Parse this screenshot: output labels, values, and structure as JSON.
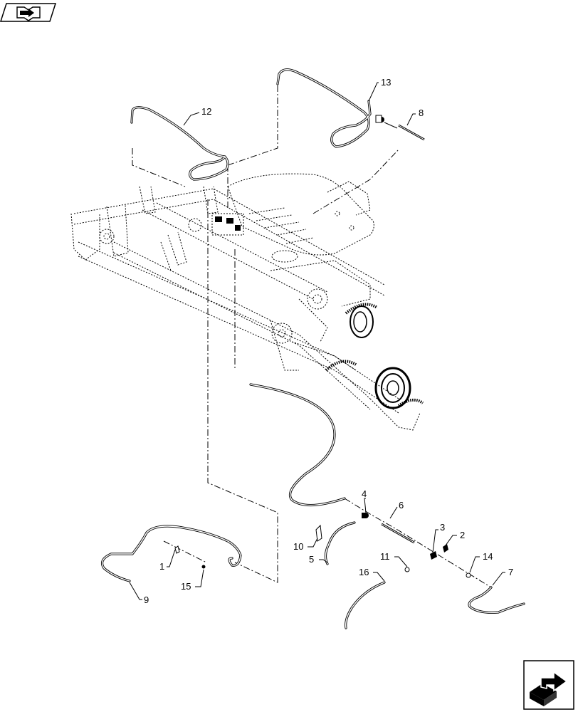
{
  "callouts": [
    {
      "id": "c1",
      "label": "1"
    },
    {
      "id": "c2",
      "label": "2"
    },
    {
      "id": "c3",
      "label": "3"
    },
    {
      "id": "c4",
      "label": "4"
    },
    {
      "id": "c5",
      "label": "5"
    },
    {
      "id": "c6",
      "label": "6"
    },
    {
      "id": "c7",
      "label": "7"
    },
    {
      "id": "c8",
      "label": "8"
    },
    {
      "id": "c9",
      "label": "9"
    },
    {
      "id": "c10",
      "label": "10"
    },
    {
      "id": "c11",
      "label": "11"
    },
    {
      "id": "c12",
      "label": "12"
    },
    {
      "id": "c13",
      "label": "13"
    },
    {
      "id": "c14",
      "label": "14"
    },
    {
      "id": "c15",
      "label": "15"
    },
    {
      "id": "c16",
      "label": "16"
    }
  ],
  "icons": {
    "top_left": "book-arrow-icon",
    "bottom_right": "next-page-arrow-icon"
  }
}
